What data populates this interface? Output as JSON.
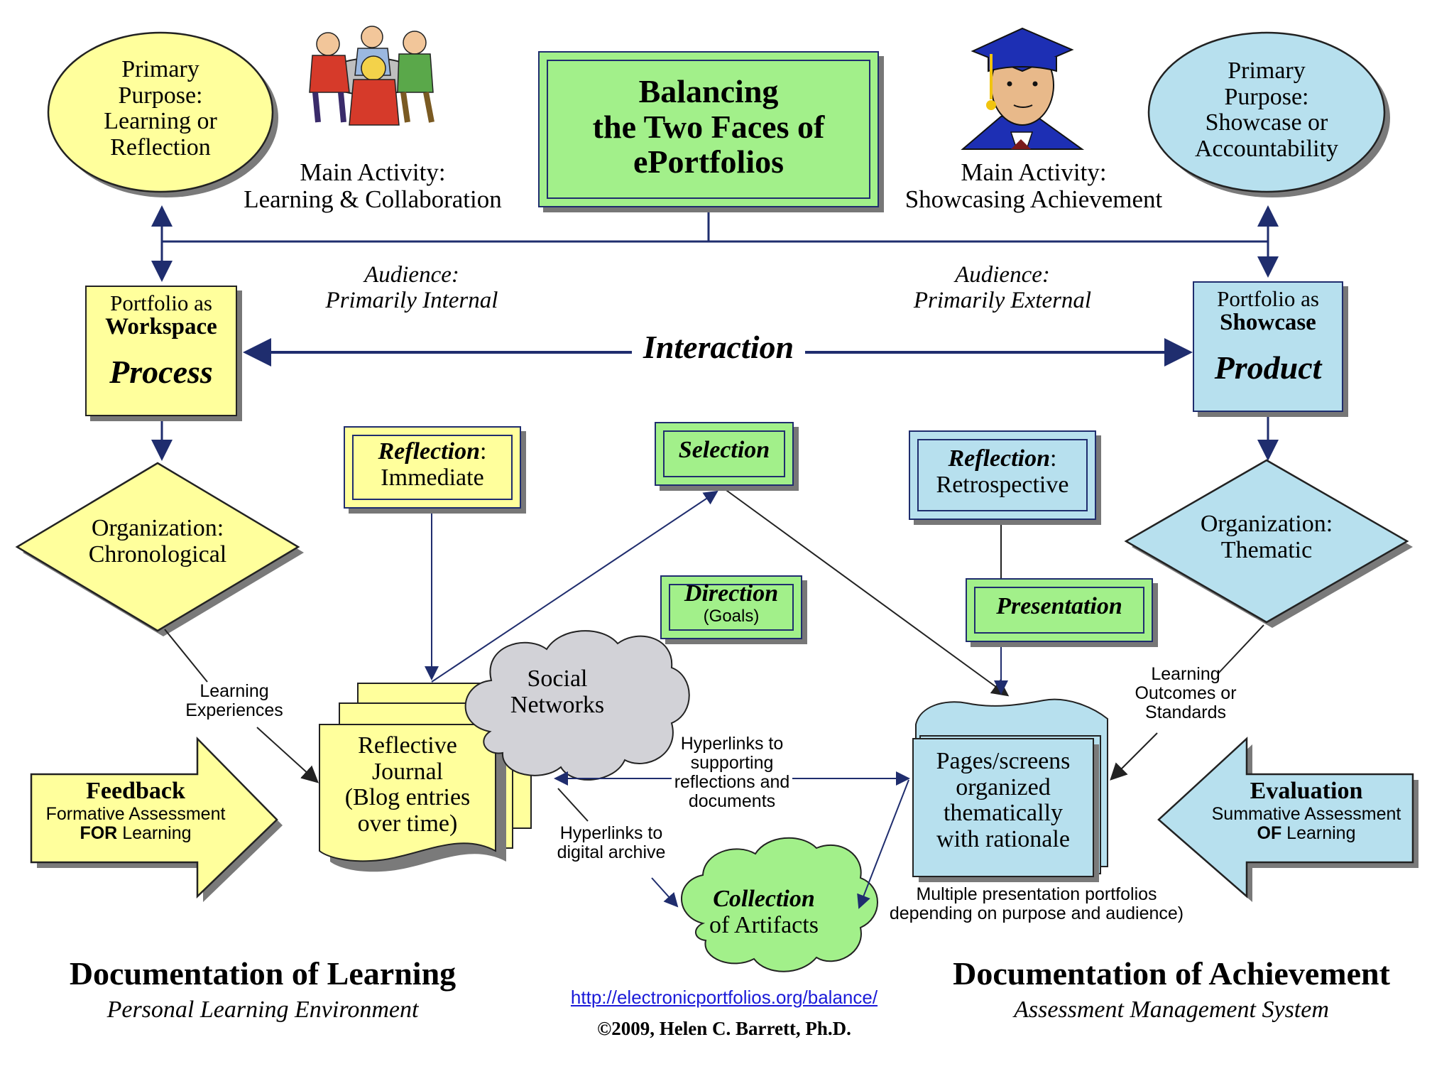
{
  "title": "Balancing\nthe Two Faces of\nePortfolios",
  "left": {
    "purpose": "Primary\nPurpose:\nLearning or\nReflection",
    "activity": "Main Activity:\nLearning & Collaboration",
    "audience_label": "Audience:",
    "audience": "Primarily Internal",
    "portfolio_as": "Portfolio as",
    "portfolio_kind": "Workspace",
    "portfolio_focus": "Process",
    "organization": "Organization:\nChronological",
    "experiences": "Learning\nExperiences",
    "feedback_title": "Feedback",
    "feedback_line1": "Formative Assessment",
    "feedback_for": "FOR",
    "feedback_learning": "Learning",
    "footer_title": "Documentation of Learning",
    "footer_sub": "Personal Learning Environment"
  },
  "right": {
    "purpose": "Primary\nPurpose:\nShowcase or\nAccountability",
    "activity": "Main Activity:\nShowcasing Achievement",
    "audience_label": "Audience:",
    "audience": "Primarily External",
    "portfolio_as": "Portfolio as",
    "portfolio_kind": "Showcase",
    "portfolio_focus": "Product",
    "organization": "Organization:\nThematic",
    "outcomes": "Learning\nOutcomes or\nStandards",
    "evaluation_title": "Evaluation",
    "evaluation_line1": "Summative Assessment",
    "evaluation_of": "OF",
    "evaluation_learning": "Learning",
    "footer_title": "Documentation of Achievement",
    "footer_sub": "Assessment Management System"
  },
  "center": {
    "interaction": "Interaction",
    "reflection_word": "Reflection",
    "reflection_immediate": "Immediate",
    "reflection_retrospective": "Retrospective",
    "selection": "Selection",
    "direction": "Direction",
    "goals": "(Goals)",
    "presentation": "Presentation",
    "journal": "Reflective\nJournal\n(Blog entries\nover time)",
    "social": "Social\nNetworks",
    "hyperlinks_support": "Hyperlinks to\nsupporting\nreflections and\ndocuments",
    "hyperlinks_archive": "Hyperlinks to\ndigital archive",
    "pages": "Pages/screens\norganized\nthematically\nwith rationale",
    "multiple": "Multiple presentation portfolios\ndepending on purpose and audience)",
    "collection_word": "Collection",
    "collection_rest": "of Artifacts",
    "url": "http://electronicportfolios.org/balance/",
    "copyright": "©2009, Helen C. Barrett, Ph.D."
  },
  "colors": {
    "yellow": "#ffff9c",
    "blue": "#b7e0ee",
    "green": "#a2f08a",
    "navy": "#1f2d6e"
  }
}
